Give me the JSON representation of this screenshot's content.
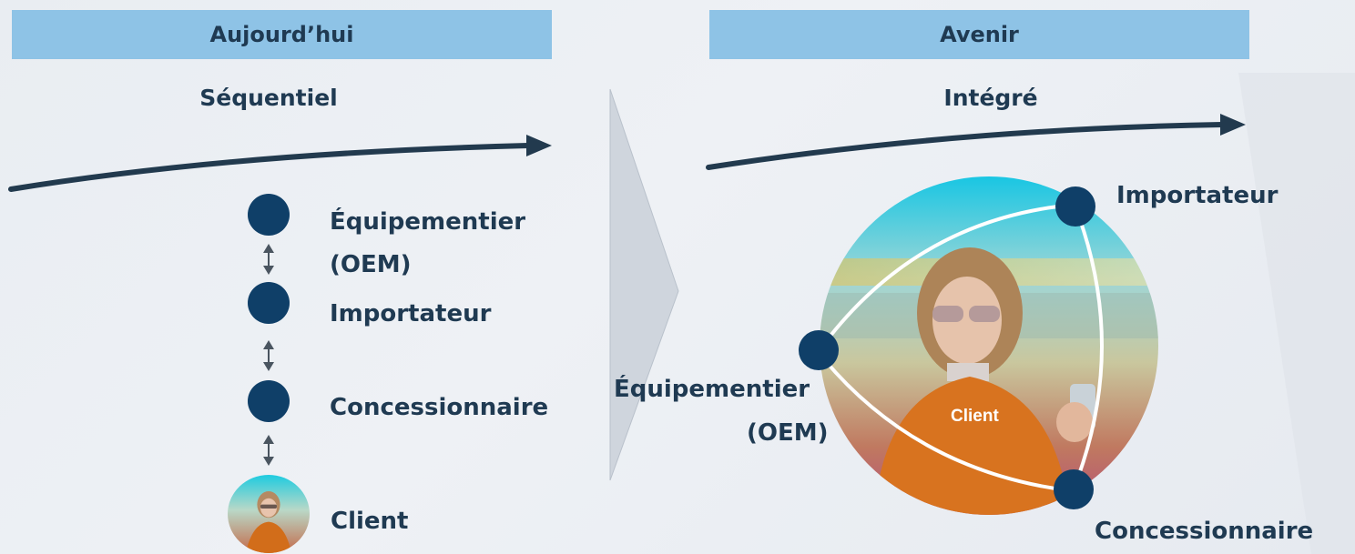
{
  "left": {
    "header": "Aujourd’hui",
    "subtitle": "Séquentiel",
    "nodes": {
      "oem_line1": "Équipementier",
      "oem_line2": "(OEM)",
      "importer": "Importateur",
      "dealer": "Concessionnaire",
      "client": "Client"
    }
  },
  "right": {
    "header": "Avenir",
    "subtitle": "Intégré",
    "nodes": {
      "importer": "Importateur",
      "oem_line1": "Équipementier",
      "oem_line2": "(OEM)",
      "dealer": "Concessionnaire",
      "client": "Client"
    }
  },
  "colors": {
    "header_bg": "#8ec3e6",
    "node": "#0f3f68",
    "text": "#1f3a52",
    "arrow": "#223a4e"
  }
}
